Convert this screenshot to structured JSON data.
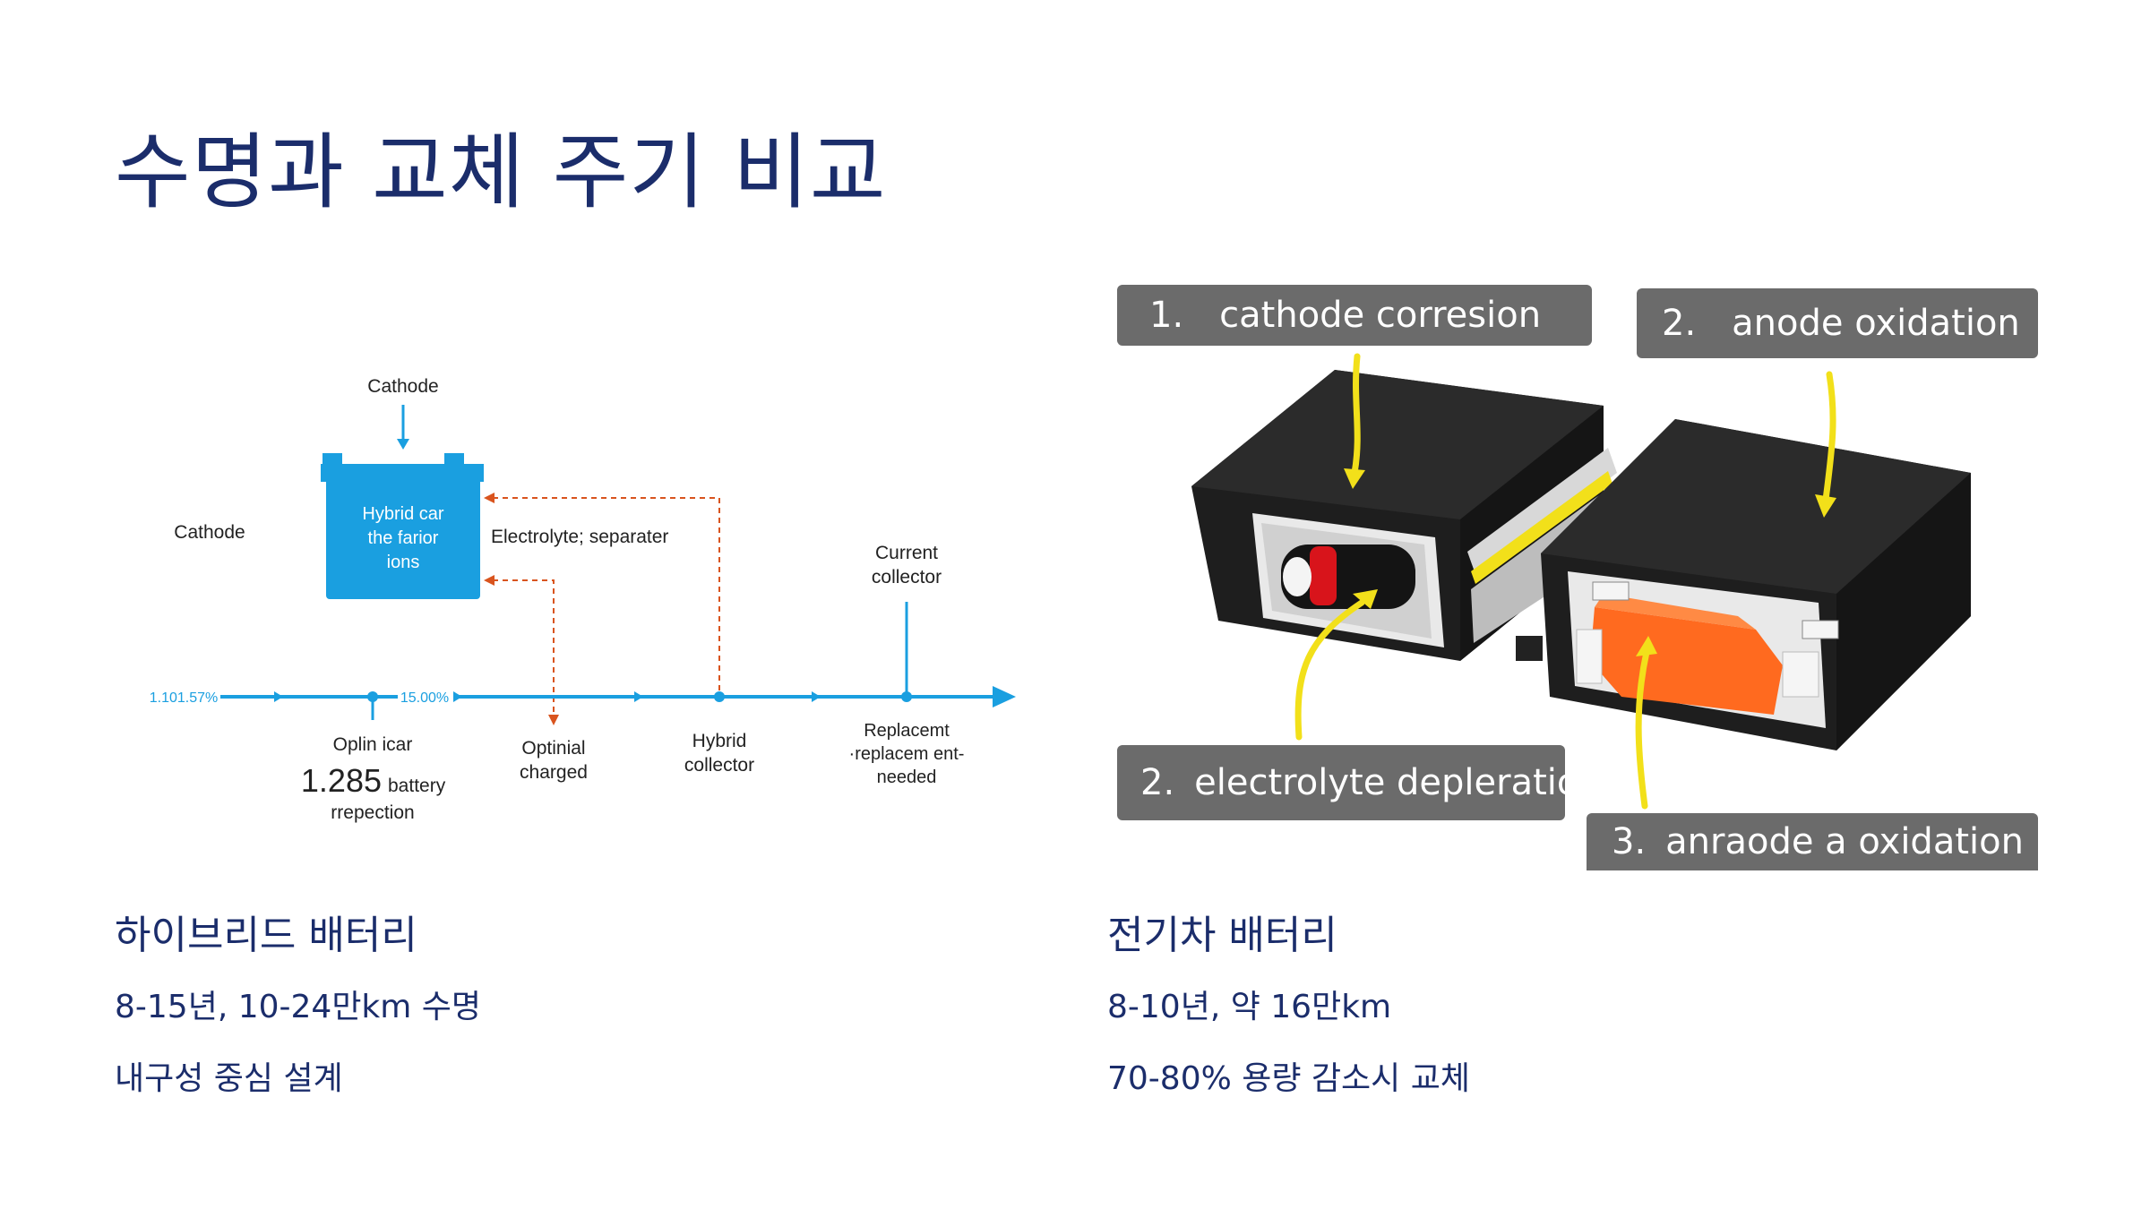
{
  "slide": {
    "title": "수명과 교체 주기 비교"
  },
  "diagram": {
    "cathode_top_label": "Cathode",
    "cathode_left_label": "Cathode",
    "battery_lines": [
      "Hybrid car",
      "the farior",
      "ions"
    ],
    "electrolyte_label": "Electrolyte; separater",
    "current_collector_lines": [
      "Current",
      "collector"
    ],
    "axis_start_label": "1.101.57%",
    "axis_mid_label": "15.00%",
    "stop1_top": "Oplin icar",
    "stop1_value": "1.285",
    "stop1_value_suffix": "battery",
    "stop1_bottom": "rrepection",
    "stop2_lines": [
      "Optinial",
      "charged"
    ],
    "stop3_lines": [
      "Hybrid",
      "collector"
    ],
    "stop4_lines": [
      "Replacemt",
      "·replacem ent-",
      "needed"
    ],
    "colors": {
      "accent": "#1a9fe0",
      "dashed": "#d9541e",
      "text": "#222222"
    }
  },
  "photo": {
    "tags": [
      {
        "num": "1.",
        "text": "cathode corresion"
      },
      {
        "num": "2.",
        "text": "anode oxidation"
      },
      {
        "num": "2.",
        "text": "electrolyte depleration"
      },
      {
        "num": "3.",
        "text": "anraode a oxidation"
      }
    ],
    "colors": {
      "tag_bg": "#6b6b6b",
      "arrow": "#f2e01a",
      "cell": "#ff6a1f"
    }
  },
  "left_column": {
    "heading": "하이브리드 배터리",
    "line1": "8-15년, 10-24만km 수명",
    "line2": "내구성 중심 설계"
  },
  "right_column": {
    "heading": "전기차 배터리",
    "line1": "8-10년, 약 16만km",
    "line2": "70-80% 용량 감소시 교체"
  }
}
